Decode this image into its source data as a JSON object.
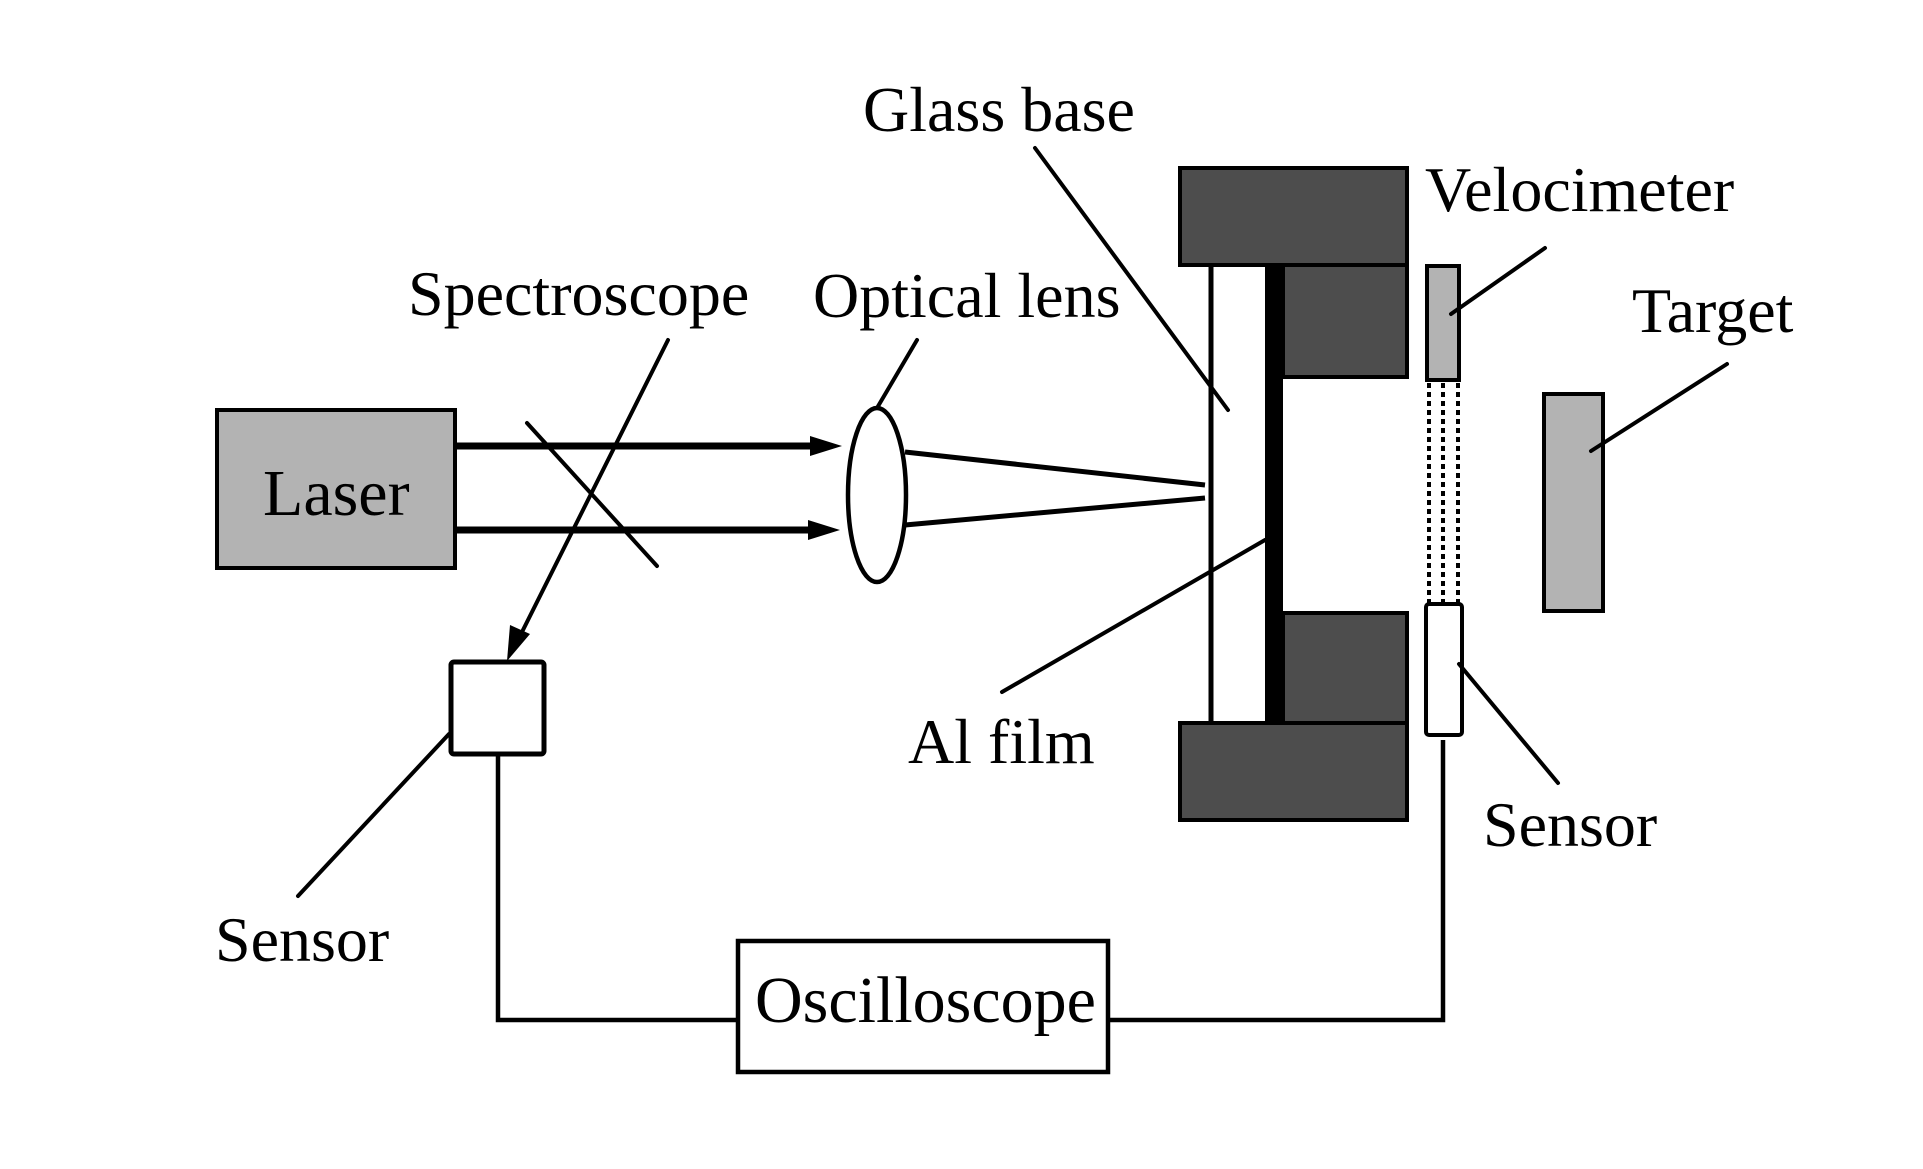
{
  "figure": {
    "type": "experimental setup schematic",
    "colors": {
      "background": "#ffffff",
      "stroke": "#000000",
      "light_gray_fill": "#b3b3b3",
      "dark_gray_fill": "#4d4d4d",
      "al_film": "#000000"
    }
  },
  "components": {
    "laser": {
      "label": "Laser"
    },
    "spectroscope": {
      "label": "Spectroscope"
    },
    "optical_lens": {
      "label": "Optical lens"
    },
    "glass_base": {
      "label": "Glass base"
    },
    "al_film": {
      "label": "Al film"
    },
    "velocimeter": {
      "label": "Velocimeter"
    },
    "target": {
      "label": "Target"
    },
    "sensor_left": {
      "label": "Sensor"
    },
    "sensor_right": {
      "label": "Sensor"
    },
    "oscilloscope": {
      "label": "Oscilloscope"
    }
  }
}
